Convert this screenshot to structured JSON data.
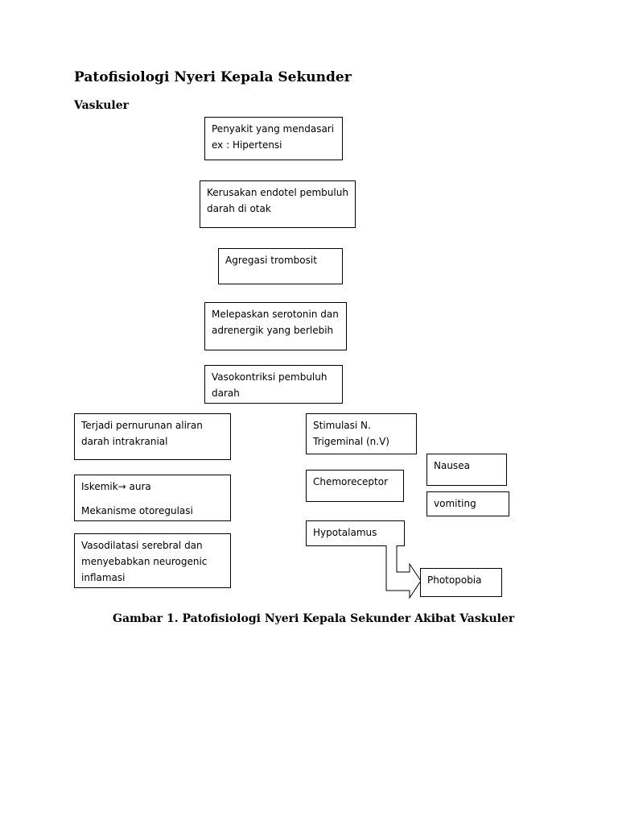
{
  "title": "Patofisiologi Nyeri Kepala Sekunder",
  "section": "Vaskuler",
  "caption": "Gambar 1. Patofisiologi Nyeri Kepala Sekunder Akibat Vaskuler",
  "boxes": {
    "penyakit": [
      "Penyakit yang mendasari",
      "ex : Hipertensi"
    ],
    "kerusakan": [
      "Kerusakan endotel pembuluh",
      "darah di otak"
    ],
    "agregasi": [
      "Agregasi trombosit"
    ],
    "melepaskan": [
      "Melepaskan serotonin dan",
      "adrenergik yang berlebih"
    ],
    "vasokontriksi": [
      "Vasokontriksi pembuluh",
      "darah"
    ],
    "terjadi": [
      "Terjadi pernurunan aliran",
      "darah intrakranial"
    ],
    "iskemik": [
      "Iskemik→ aura",
      "Mekanisme otoregulasi"
    ],
    "vasodilatasi": [
      "Vasodilatasi serebral dan",
      "menyebabkan neurogenic",
      "inflamasi"
    ],
    "stimulasi": [
      "Stimulasi N.",
      "Trigeminal (n.V)"
    ],
    "chemoreceptor": [
      "Chemoreceptor"
    ],
    "nausea": [
      "Nausea"
    ],
    "vomiting": [
      "vomiting"
    ],
    "hypotalamus": [
      "Hypotalamus"
    ],
    "photopobia": [
      "Photopobia"
    ]
  }
}
